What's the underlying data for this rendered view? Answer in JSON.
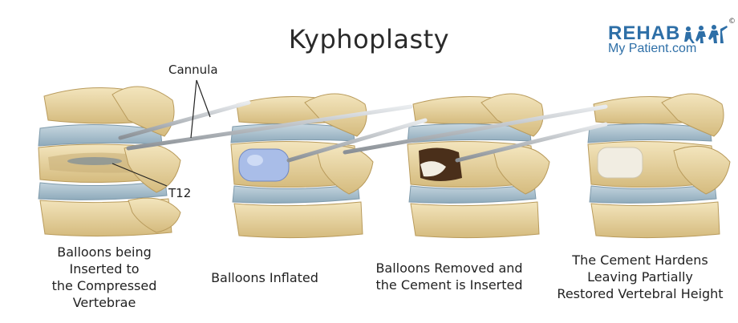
{
  "title": "Kyphoplasty",
  "logo": {
    "line1": "REHAB",
    "line2_a": "My Patient",
    "line2_b": ".com",
    "copyright": "©"
  },
  "labels": {
    "cannula": "Cannula",
    "vertebra": "T12"
  },
  "steps": [
    {
      "lines": [
        "Balloons being",
        "Inserted to",
        "the Compressed",
        "Vertebrae"
      ]
    },
    {
      "lines": [
        "Balloons Inflated"
      ]
    },
    {
      "lines": [
        "Balloons Removed and",
        "the Cement is Inserted"
      ]
    },
    {
      "lines": [
        "The Cement Hardens",
        "Leaving Partially",
        "Restored Vertebral Height"
      ]
    }
  ],
  "colors": {
    "bone": "#e7d3a0",
    "bone_dark": "#b99b5c",
    "disc": "#9fb8c8",
    "balloon": "#a9bde8",
    "cement": "#f1ede2",
    "logo": "#2e6fa7"
  }
}
